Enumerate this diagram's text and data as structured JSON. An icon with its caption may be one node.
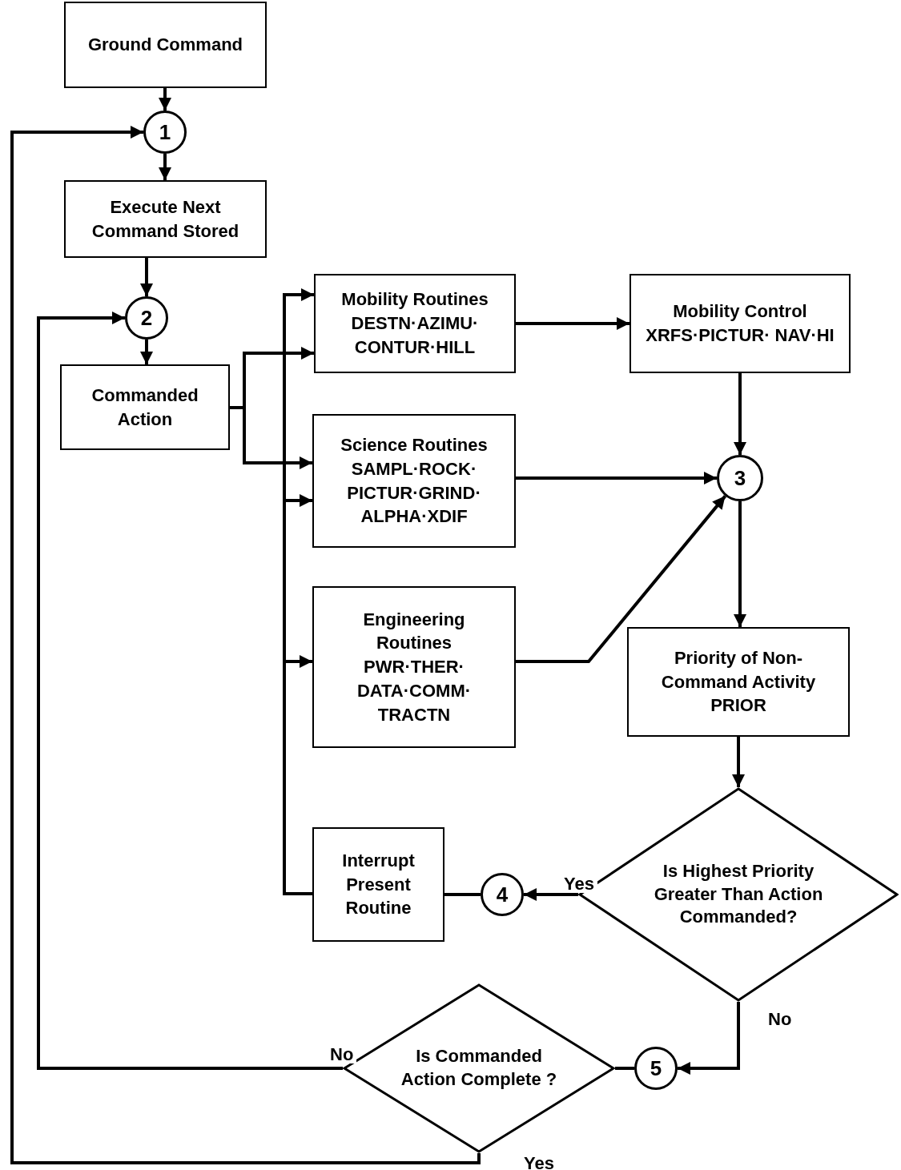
{
  "diagram": {
    "nodes": [
      {
        "text": [
          "Ground Command"
        ]
      },
      {
        "text": [
          "1"
        ]
      },
      {
        "text": [
          "Execute Next Command Stored"
        ]
      },
      {
        "text": [
          "2"
        ]
      },
      {
        "text": [
          "Commanded Action"
        ]
      },
      {
        "text": [
          "Mobility Routines",
          "DESTN·AZIMU· CONTUR·HILL"
        ]
      },
      {
        "text": [
          "Mobility Control",
          "XRFS·PICTUR· NAV·HI"
        ]
      },
      {
        "text": [
          "Science Routines",
          "SAMPL·ROCK· PICTUR·GRIND· ALPHA·XDIF"
        ]
      },
      {
        "text": [
          "3"
        ]
      },
      {
        "text": [
          "Engineering Routines",
          "PWR·THER· DATA·COMM· TRACTN"
        ]
      },
      {
        "text": [
          "Priority of Non-Command Activity",
          "PRIOR"
        ]
      },
      {
        "text": [
          "Is Highest Priority Greater Than Action Commanded?"
        ]
      },
      {
        "text": [
          "Interrupt Present Routine"
        ]
      },
      {
        "text": [
          "4"
        ]
      },
      {
        "text": [
          "Is Commanded Action Complete ?"
        ]
      },
      {
        "text": [
          "5"
        ]
      }
    ],
    "edges": [
      {
        "from": 0,
        "to": 1,
        "arrow": "to"
      },
      {
        "from": 1,
        "to": 2,
        "arrow": "to"
      },
      {
        "from": 2,
        "to": 3,
        "arrow": "to"
      },
      {
        "from": 3,
        "to": 4,
        "arrow": "to"
      },
      {
        "from": 4,
        "to": 5,
        "arrow": "to"
      },
      {
        "from": 4,
        "to": 7,
        "arrow": "to"
      },
      {
        "from": 12,
        "to": 5,
        "arrow": "to"
      },
      {
        "from": 12,
        "to": 7,
        "arrow": "to"
      },
      {
        "from": 12,
        "to": 9,
        "arrow": "to"
      },
      {
        "from": 5,
        "to": 6,
        "arrow": "to"
      },
      {
        "from": 6,
        "to": 8,
        "arrow": "to"
      },
      {
        "from": 7,
        "to": 8,
        "arrow": "to"
      },
      {
        "from": 9,
        "to": 8,
        "arrow": "to"
      },
      {
        "from": 8,
        "to": 10,
        "arrow": "to"
      },
      {
        "from": 10,
        "to": 11,
        "arrow": "to"
      },
      {
        "from": 11,
        "to": 13,
        "arrow": "to",
        "label": "Yes"
      },
      {
        "from": 13,
        "to": 12,
        "arrow": "none"
      },
      {
        "from": 11,
        "to": 15,
        "arrow": "to",
        "label": "No"
      },
      {
        "from": 15,
        "to": 14,
        "arrow": "none"
      },
      {
        "from": 14,
        "to": 3,
        "arrow": "to",
        "label": "No"
      },
      {
        "from": 14,
        "to": 1,
        "arrow": "to",
        "label": "Yes"
      }
    ]
  }
}
